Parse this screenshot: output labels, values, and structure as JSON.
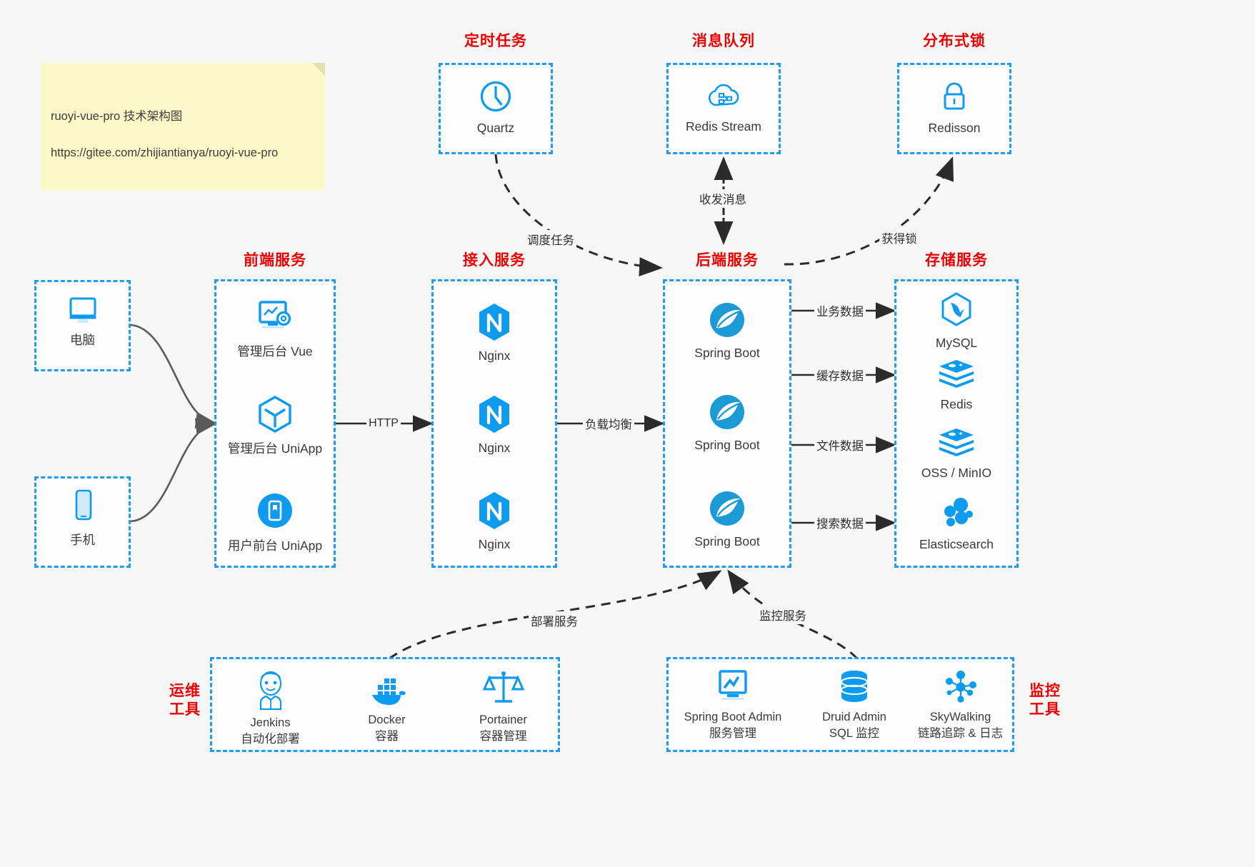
{
  "note": {
    "line1": "ruoyi-vue-pro 技术架构图",
    "line2": "https://gitee.com/zhijiantianya/ruoyi-vue-pro"
  },
  "colors": {
    "accent_blue": "#1e9cf0",
    "icon_blue": "#0d9bf0",
    "title_red": "#ef0000",
    "background": "#f7f7f7",
    "arrow_dark": "#2b2b2b",
    "arrow_gray": "#5a5a5a",
    "note_yellow": "#fcf8c8"
  },
  "groups": {
    "scheduled_task": {
      "title": "定时任务",
      "nodes": [
        {
          "label": "Quartz",
          "icon": "clock-icon"
        }
      ]
    },
    "message_queue": {
      "title": "消息队列",
      "nodes": [
        {
          "label": "Redis Stream",
          "icon": "cloud-stream-icon"
        }
      ]
    },
    "distributed_lock": {
      "title": "分布式锁",
      "nodes": [
        {
          "label": "Redisson",
          "icon": "lock-icon"
        }
      ]
    },
    "client_pc": {
      "nodes": [
        {
          "label": "电脑",
          "icon": "monitor-icon"
        }
      ]
    },
    "client_phone": {
      "nodes": [
        {
          "label": "手机",
          "icon": "phone-icon"
        }
      ]
    },
    "frontend_service": {
      "title": "前端服务",
      "nodes": [
        {
          "label": "管理后台 Vue",
          "icon": "dashboard-gear-icon"
        },
        {
          "label": "管理后台 UniApp",
          "icon": "cube-icon"
        },
        {
          "label": "用户前台 UniApp",
          "icon": "mobile-app-icon"
        }
      ]
    },
    "access_service": {
      "title": "接入服务",
      "nodes": [
        {
          "label": "Nginx",
          "icon": "nginx-icon"
        },
        {
          "label": "Nginx",
          "icon": "nginx-icon"
        },
        {
          "label": "Nginx",
          "icon": "nginx-icon"
        }
      ]
    },
    "backend_service": {
      "title": "后端服务",
      "nodes": [
        {
          "label": "Spring Boot",
          "icon": "spring-leaf-icon"
        },
        {
          "label": "Spring Boot",
          "icon": "spring-leaf-icon"
        },
        {
          "label": "Spring Boot",
          "icon": "spring-leaf-icon"
        }
      ]
    },
    "storage_service": {
      "title": "存储服务",
      "nodes": [
        {
          "label": "MySQL",
          "icon": "mysql-dolphin-icon"
        },
        {
          "label": "Redis",
          "icon": "redis-stack-icon"
        },
        {
          "label": "OSS / MinIO",
          "icon": "redis-stack-icon"
        },
        {
          "label": "Elasticsearch",
          "icon": "elasticsearch-icon"
        }
      ]
    },
    "ops_tools": {
      "title": "运维\n工具",
      "nodes": [
        {
          "label": "Jenkins",
          "sublabel": "自动化部署",
          "icon": "jenkins-butler-icon"
        },
        {
          "label": "Docker",
          "sublabel": "容器",
          "icon": "docker-whale-icon"
        },
        {
          "label": "Portainer",
          "sublabel": "容器管理",
          "icon": "scales-icon"
        }
      ]
    },
    "monitor_tools": {
      "title": "监控\n工具",
      "nodes": [
        {
          "label": "Spring Boot Admin",
          "sublabel": "服务管理",
          "icon": "monitor-chart-icon"
        },
        {
          "label": "Druid Admin",
          "sublabel": "SQL 监控",
          "icon": "database-icon"
        },
        {
          "label": "SkyWalking",
          "sublabel": "链路追踪 & 日志",
          "icon": "skywalking-node-icon"
        }
      ]
    }
  },
  "edges": {
    "http": "HTTP",
    "load_balance": "负载均衡",
    "schedule_task": "调度任务",
    "send_receive_message": "收发消息",
    "acquire_lock": "获得锁",
    "business_data": "业务数据",
    "cache_data": "缓存数据",
    "file_data": "文件数据",
    "search_data": "搜索数据",
    "deploy_service": "部署服务",
    "monitor_service": "监控服务"
  }
}
